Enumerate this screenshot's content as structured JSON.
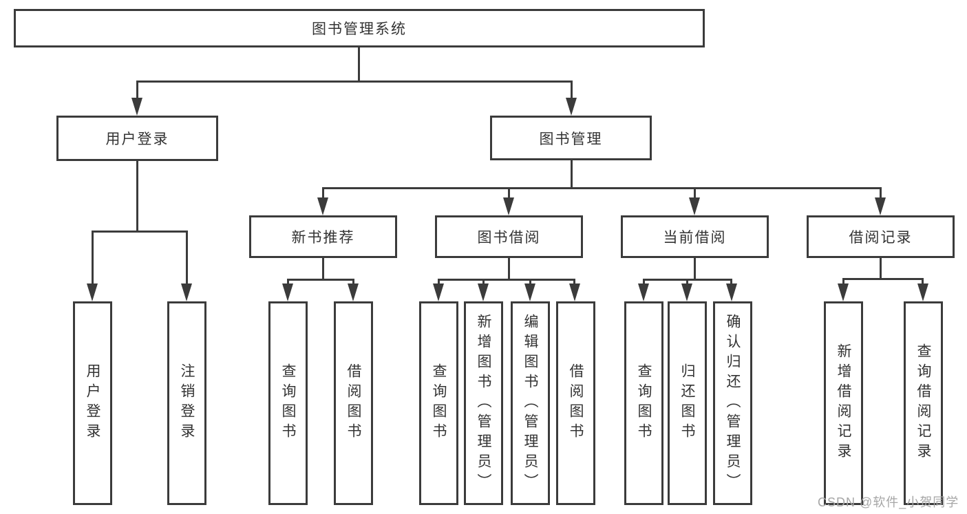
{
  "diagram": {
    "root": {
      "label": "图书管理系统"
    },
    "level2": [
      {
        "label": "用户登录"
      },
      {
        "label": "图书管理"
      }
    ],
    "level3": [
      {
        "label": "新书推荐"
      },
      {
        "label": "图书借阅"
      },
      {
        "label": "当前借阅"
      },
      {
        "label": "借阅记录"
      }
    ],
    "leaves": [
      {
        "label": "用户登录"
      },
      {
        "label": "注销登录"
      },
      {
        "label": "查询图书"
      },
      {
        "label": "借阅图书"
      },
      {
        "label": "查询图书"
      },
      {
        "label": "新增图书（管理员）"
      },
      {
        "label": "编辑图书（管理员）"
      },
      {
        "label": "借阅图书"
      },
      {
        "label": "查询图书"
      },
      {
        "label": "归还图书"
      },
      {
        "label": "确认归还（管理员）"
      },
      {
        "label": "新增借阅记录"
      },
      {
        "label": "查询借阅记录"
      }
    ],
    "watermark": "CSDN @软件_小贺同学",
    "colors": {
      "line": "#3b3b3b",
      "text": "#333333",
      "watermark": "#a6a6a6"
    }
  }
}
